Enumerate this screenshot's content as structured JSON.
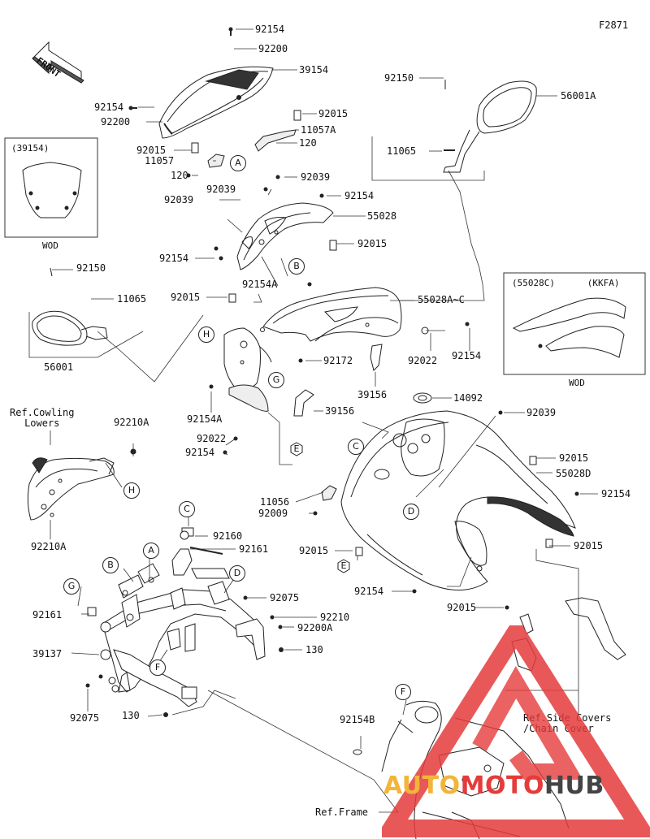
{
  "figure_code": "F2871",
  "front_label": "FRONT",
  "inset_boxes": [
    {
      "id": "windshield-alt",
      "header": "(39154)",
      "footer": "WOD"
    },
    {
      "id": "cowl-alt",
      "header": "(55028C)      (KKFA)",
      "footer": "WOD"
    }
  ],
  "part_labels": [
    "92154",
    "92200",
    "39154",
    "92154",
    "92200",
    "92015",
    "11057A",
    "92015",
    "11057",
    "120",
    "120",
    "92150",
    "56001A",
    "11065",
    "92039",
    "92039",
    "92154",
    "55028",
    "92039",
    "92015",
    "92154",
    "92150",
    "11065",
    "56001",
    "92154A",
    "92015",
    "55028A~C",
    "92022",
    "92154",
    "92172",
    "39156",
    "92154A",
    "39156",
    "14092",
    "92022",
    "92154",
    "92039",
    "92015",
    "55028D",
    "92154",
    "11056",
    "92009",
    "92015",
    "92154",
    "92015",
    "92015",
    "92210A",
    "92210A",
    "92160",
    "92161",
    "92075",
    "92210",
    "92200A",
    "92161",
    "39137",
    "130",
    "92075",
    "130",
    "92154B"
  ],
  "ref_notes": {
    "cowling_lowers": "Ref.Cowling\nLowers",
    "side_covers": "Ref.Side Covers\n/Chain Cover",
    "frame": "Ref.Frame"
  },
  "circle_refs": [
    "A",
    "B",
    "G",
    "H",
    "C",
    "D",
    "E",
    "F"
  ],
  "watermark": {
    "part1": "AUTO",
    "part2": "MOTO",
    "part3": "HUB"
  },
  "colors": {
    "line": "#222222",
    "watermark_red": "#e53b3b",
    "watermark_orange": "#f2b53a",
    "watermark_gray": "#444444"
  }
}
